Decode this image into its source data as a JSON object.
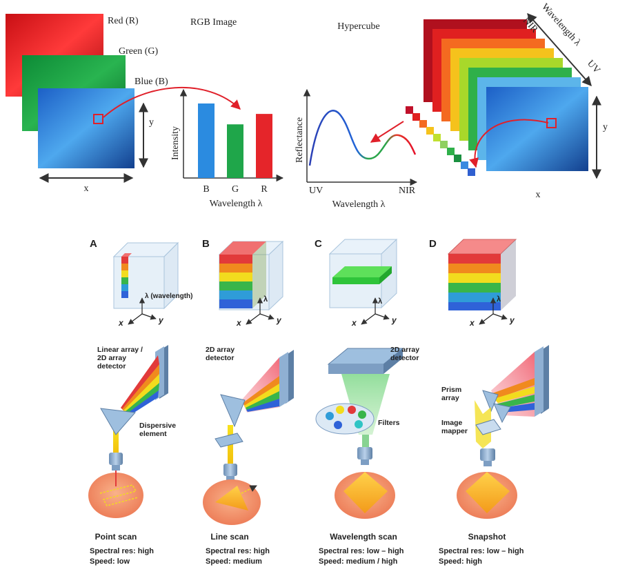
{
  "top": {
    "rgb_title": "RGB Image",
    "hyper_title": "Hypercube",
    "layer_red": "Red (R)",
    "layer_green": "Green (G)",
    "layer_blue": "Blue (B)",
    "axis_x": "x",
    "axis_y": "y",
    "bar_chart": {
      "ylabel": "Intensity",
      "xlabel": "Wavelength λ",
      "categories": [
        "B",
        "G",
        "R"
      ],
      "values": [
        1.0,
        0.72,
        0.86
      ],
      "colors": [
        "#2b8be0",
        "#1fa64a",
        "#e5252a"
      ]
    },
    "spectrum": {
      "ylabel": "Reflectance",
      "xlabel": "Wavelength λ",
      "x_start": "UV",
      "x_end": "NIR"
    },
    "cube_labels": {
      "wavelength": "Wavelength λ",
      "nir": "NIR",
      "uv": "UV"
    }
  },
  "panels": [
    {
      "letter": "A",
      "lambda_label": "λ (wavelength)",
      "detector_label": [
        "Linear array /",
        "2D array",
        "detector"
      ],
      "element_label": [
        "Dispersive",
        "element"
      ],
      "title": "Point scan",
      "res": "Spectral res: high",
      "speed": "Speed: low"
    },
    {
      "letter": "B",
      "lambda_label": "λ",
      "detector_label": [
        "2D array",
        "detector"
      ],
      "title": "Line scan",
      "res": "Spectral res: high",
      "speed": "Speed: medium"
    },
    {
      "letter": "C",
      "lambda_label": "λ",
      "detector_label": [
        "2D array",
        "detector"
      ],
      "filters_label": "Filters",
      "title": "Wavelength scan",
      "res": "Spectral res: low – high",
      "speed": "Speed: medium / high"
    },
    {
      "letter": "D",
      "lambda_label": "λ",
      "prism_label": [
        "Prism",
        "array"
      ],
      "mapper_label": [
        "Image",
        "mapper"
      ],
      "title": "Snapshot",
      "res": "Spectral res: low – high",
      "speed": "Speed: high"
    }
  ],
  "cube_axes": {
    "x": "x",
    "y": "y"
  },
  "colors": {
    "red": "#e23a3a",
    "orange": "#f08a1e",
    "yellow": "#f2dc1e",
    "green": "#39b54a",
    "blue": "#2f62d8",
    "cube_face": "#dce9f5"
  }
}
